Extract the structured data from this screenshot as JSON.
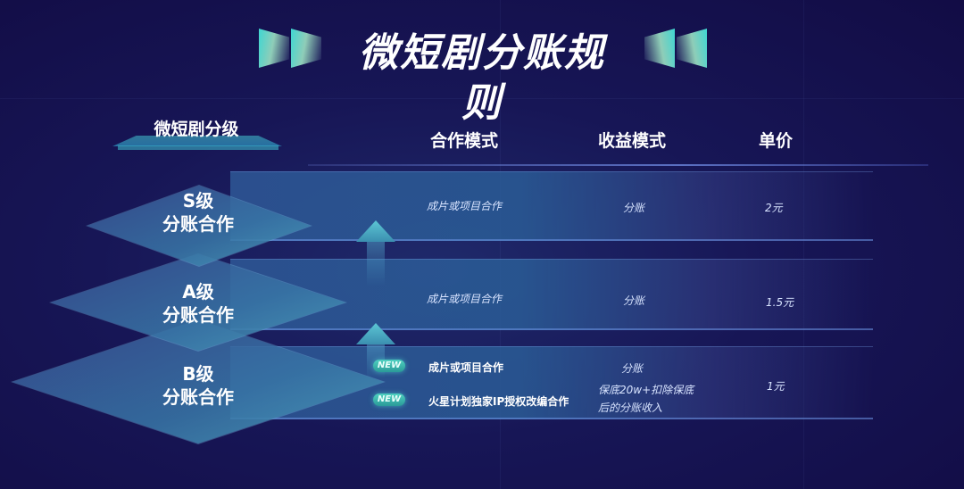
{
  "title": "微短剧分账规则",
  "header": {
    "level_col": "微短剧分级",
    "cooperation_col": "合作模式",
    "revenue_col": "收益模式",
    "price_col": "单价"
  },
  "tiers": [
    {
      "grade": "S级",
      "mode": "分账合作",
      "rows": [
        {
          "cooperation": "成片或项目合作",
          "revenue": "分账",
          "badge": null
        }
      ],
      "price": "2元"
    },
    {
      "grade": "A级",
      "mode": "分账合作",
      "rows": [
        {
          "cooperation": "成片或项目合作",
          "revenue": "分账",
          "badge": null
        }
      ],
      "price": "1.5元"
    },
    {
      "grade": "B级",
      "mode": "分账合作",
      "rows": [
        {
          "cooperation": "成片或项目合作",
          "revenue": "分账",
          "badge": "NEW"
        },
        {
          "cooperation": "火星计划独家IP授权改编合作",
          "revenue_line1": "保底20w+扣除保底",
          "revenue_line2": "后的分账收入",
          "badge": "NEW"
        }
      ],
      "price": "1元"
    }
  ],
  "icons": {
    "title_left": "double-forward-trapezoid-icon",
    "title_right": "double-backward-trapezoid-icon",
    "arrow": "up-arrow-icon"
  },
  "colors": {
    "background": "#150f4a",
    "accent_cyan": "#4fd1c0",
    "band_blue": "#2e5896"
  }
}
